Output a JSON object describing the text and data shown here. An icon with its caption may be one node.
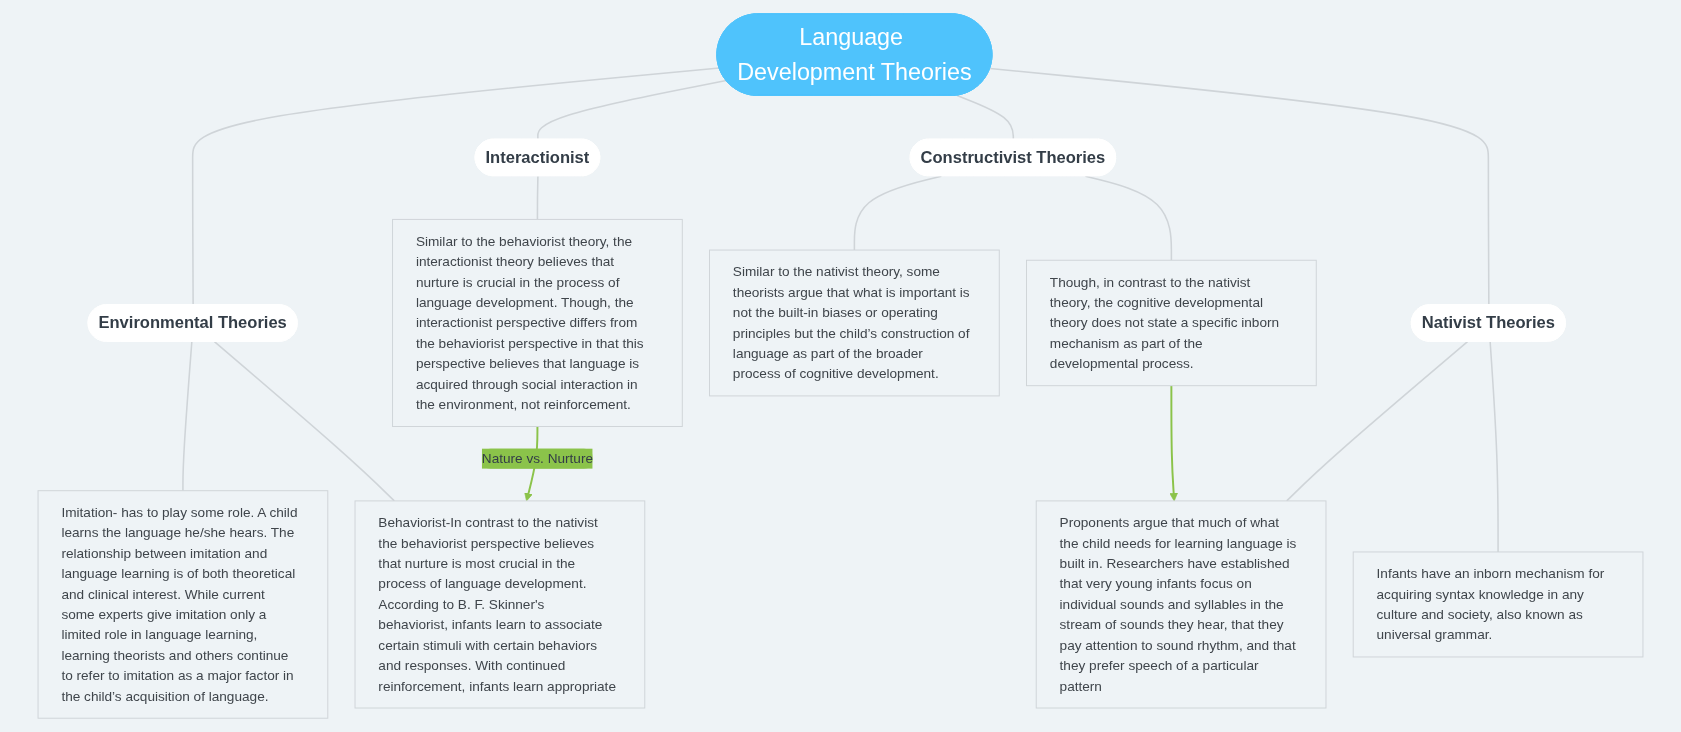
{
  "diagram": {
    "nodes": [
      {
        "text": [
          "Language Development Theories"
        ]
      },
      {
        "text": [
          "Environmental Theories"
        ]
      },
      {
        "text": [
          "Imitation- has to play some role. A child learns the language he/she hears. The relationship between imitation and language learning is of both theoretical and clinical interest. While current some experts give imitation only a limited role in language learning, learning theorists and others continue to refer to imitation as a major factor in the child’s acquisition of language."
        ]
      },
      {
        "text": [
          "Behaviorist-In contrast to the nativist the behaviorist perspective believes that nurture is most crucial in the process of language development. According to B. F. Skinner's behaviorist, infants learn to associate certain stimuli with certain behaviors and responses. With continued reinforcement, infants learn appropriate"
        ]
      },
      {
        "text": [
          "Interactionist"
        ]
      },
      {
        "text": [
          "Similar to the behaviorist theory, the interactionist theory believes that nurture is crucial in the process of language development. Though, the interactionist perspective differs from the behaviorist perspective in that this perspective believes that language is acquired through social interaction in the environment, not reinforcement."
        ]
      },
      {
        "text": [
          "Constructivist Theories"
        ]
      },
      {
        "text": [
          "Similar to the nativist theory, some theorists argue that what is important is not the built-in biases or operating principles but the child’s construction of language as part of the broader process of cognitive development."
        ]
      },
      {
        "text": [
          "Though, in contrast to the nativist theory, the cognitive developmental theory does not state a specific inborn mechanism as part of the developmental process."
        ]
      },
      {
        "text": [
          "Nativist Theories"
        ]
      },
      {
        "text": [
          "Proponents argue that much of what the child needs for learning language is built in. Researchers have established that very young infants focus on individual sounds and syllables in the stream of sounds they hear, that they pay attention to sound rhythm, and that they prefer speech of a particular pattern"
        ]
      },
      {
        "text": [
          "Infants have an inborn mechanism for acquiring syntax knowledge in any culture and society, also known as universal grammar."
        ]
      }
    ],
    "edges": [
      {
        "from": 0,
        "to": 1,
        "arrow": "none"
      },
      {
        "from": 1,
        "to": 2,
        "arrow": "none"
      },
      {
        "from": 1,
        "to": 3,
        "arrow": "none"
      },
      {
        "from": 0,
        "to": 4,
        "arrow": "none"
      },
      {
        "from": 4,
        "to": 5,
        "arrow": "none"
      },
      {
        "from": 0,
        "to": 6,
        "arrow": "none"
      },
      {
        "from": 6,
        "to": 7,
        "arrow": "none"
      },
      {
        "from": 6,
        "to": 8,
        "arrow": "none"
      },
      {
        "from": 0,
        "to": 9,
        "arrow": "none"
      },
      {
        "from": 9,
        "to": 10,
        "arrow": "none"
      },
      {
        "from": 9,
        "to": 11,
        "arrow": "none"
      },
      {
        "from": 8,
        "to": 10,
        "arrow": "to",
        "color": "#8bc34a"
      },
      {
        "from": 5,
        "to": 3,
        "arrow": "to",
        "label": "Nature vs. Nurture",
        "color": "#8bc34a"
      }
    ]
  }
}
